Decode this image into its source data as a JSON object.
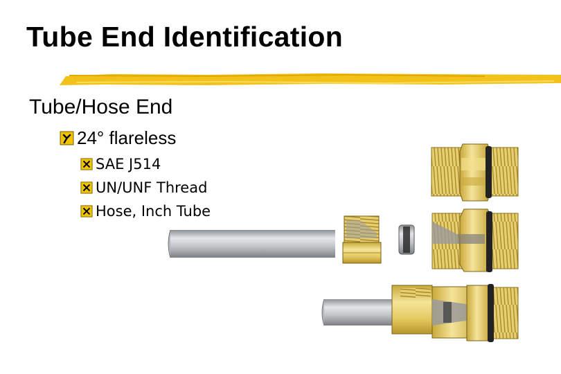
{
  "slide": {
    "title": "Tube End Identification",
    "level1": "Tube/Hose End",
    "level2": "24° flareless",
    "level3": [
      "SAE J514",
      "UN/UNF Thread",
      "Hose, Inch Tube"
    ]
  },
  "colors": {
    "accent_yellow": "#f2c21b",
    "bullet_yellow": "#f0c400",
    "brass": "#e8cf6a",
    "steel": "#b9bcc0"
  },
  "icons": {
    "level2_bullet": "y-box-icon",
    "level3_bullet": "x-box-icon"
  }
}
